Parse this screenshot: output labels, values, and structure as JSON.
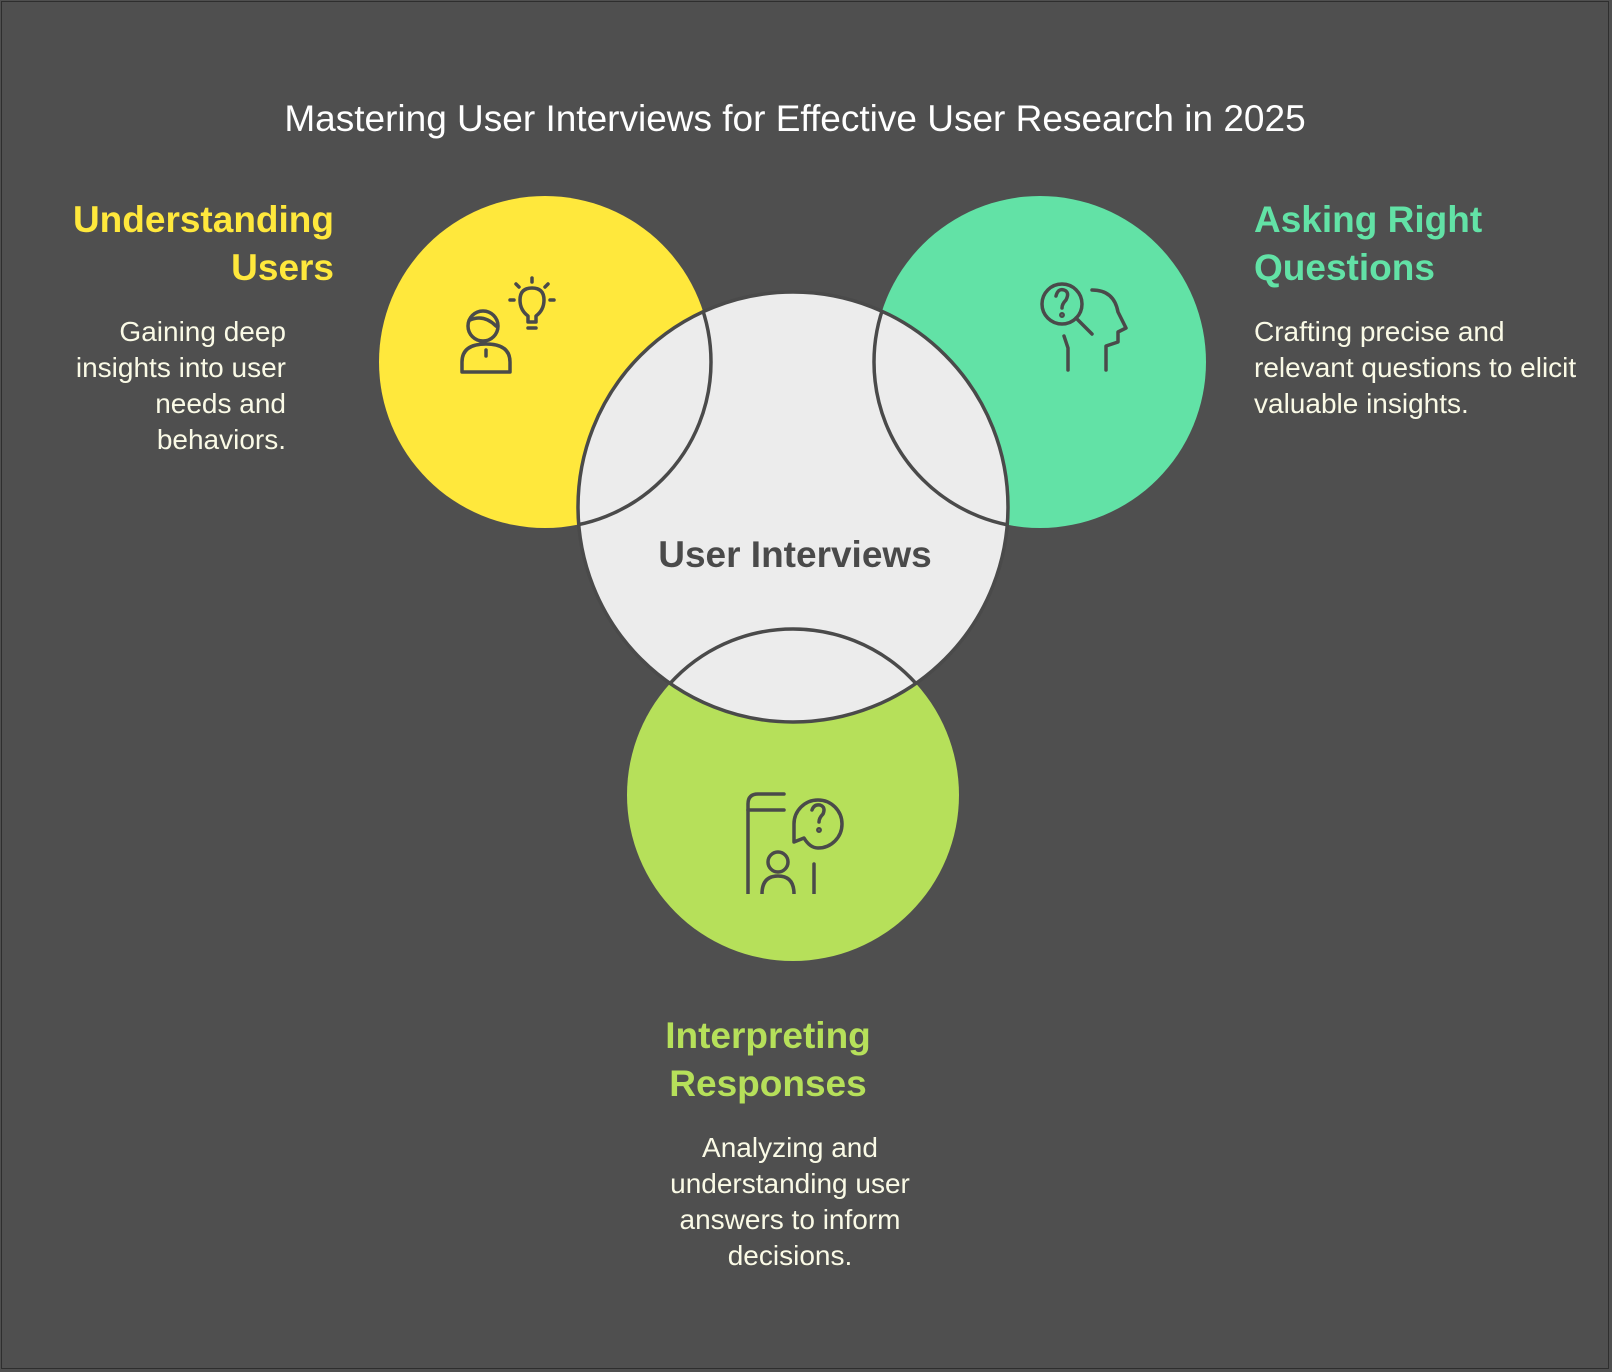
{
  "title": "Mastering User Interviews for Effective User Research in 2025",
  "center": {
    "label": "User Interviews"
  },
  "colors": {
    "background": "#4f4f4f",
    "yellow": "#ffe83c",
    "green": "#62e2a6",
    "lime": "#b6e05a",
    "center": "#ececec",
    "outline": "#4a4a4a"
  },
  "sections": {
    "understanding": {
      "heading": "Understanding Users",
      "description": "Gaining deep insights into user needs and behaviors.",
      "icon": "user-lightbulb-icon"
    },
    "asking": {
      "heading": "Asking Right Questions",
      "description": "Crafting precise and relevant questions to elicit valuable insights.",
      "icon": "head-question-magnifier-icon"
    },
    "interpreting": {
      "heading": "Interpreting Responses",
      "description": "Analyzing and understanding user answers to inform decisions.",
      "icon": "phone-question-user-icon"
    }
  }
}
